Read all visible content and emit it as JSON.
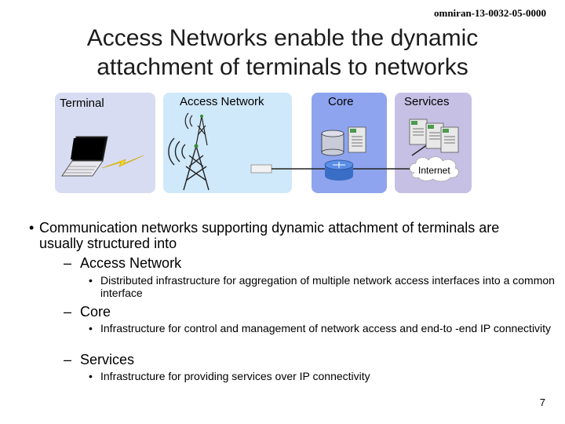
{
  "header": {
    "doc_id": "omniran-13-0032-05-0000"
  },
  "title": {
    "line1": "Access Networks enable the dynamic",
    "line2": "attachment of terminals to networks"
  },
  "diagram": {
    "terminal_label": "Terminal",
    "access_label": "Access Network",
    "core_label": "Core",
    "services_label": "Services",
    "internet_label": "Internet",
    "colors": {
      "terminal": "#d8dcf2",
      "access": "#cfe8fa",
      "core": "#8ea4ee",
      "services": "#c6c0e4"
    }
  },
  "bullets": {
    "main": "Communication networks supporting dynamic attachment of terminals are usually structured into",
    "access_network": {
      "heading": "Access Network",
      "detail": "Distributed infrastructure for aggregation of multiple network access interfaces into a common interface"
    },
    "core": {
      "heading": "Core",
      "detail": "Infrastructure for control and management of network access and end-to -end IP connectivity"
    },
    "services": {
      "heading": "Services",
      "detail": "Infrastructure for providing services over IP connectivity"
    }
  },
  "markers": {
    "l1": "•",
    "l2": "–",
    "l3": "•"
  },
  "footer": {
    "page_number": "7"
  }
}
